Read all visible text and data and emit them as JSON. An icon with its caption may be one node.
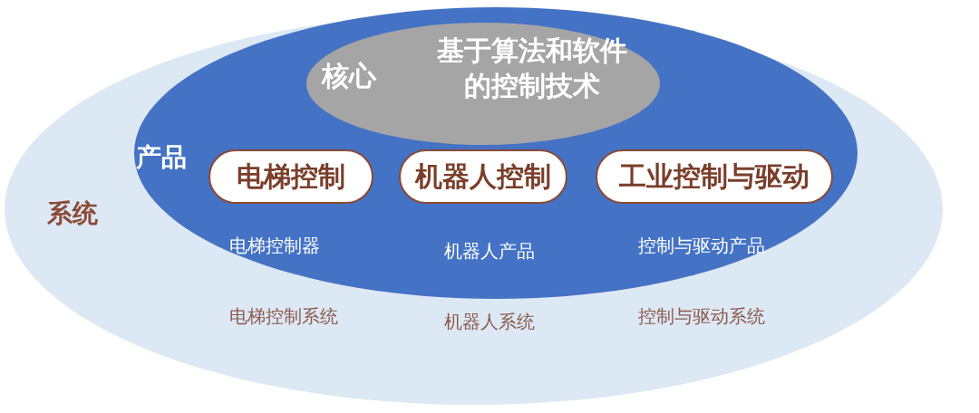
{
  "diagram": {
    "nodes": [
      {
        "text": [
          "系统"
        ]
      },
      {
        "text": [
          "产品"
        ],
        "in": 0
      },
      {
        "text": [
          "核心",
          "基于算法和软件的控制技术"
        ],
        "in": 1
      },
      {
        "text": [
          "电梯控制"
        ],
        "in": 1
      },
      {
        "text": [
          "机器人控制"
        ],
        "in": 1
      },
      {
        "text": [
          "工业控制与驱动"
        ],
        "in": 1
      }
    ],
    "labels": [
      "电梯控制器",
      "机器人产品",
      "控制与驱动产品",
      "电梯控制系统",
      "机器人系统",
      "控制与驱动系统"
    ]
  }
}
